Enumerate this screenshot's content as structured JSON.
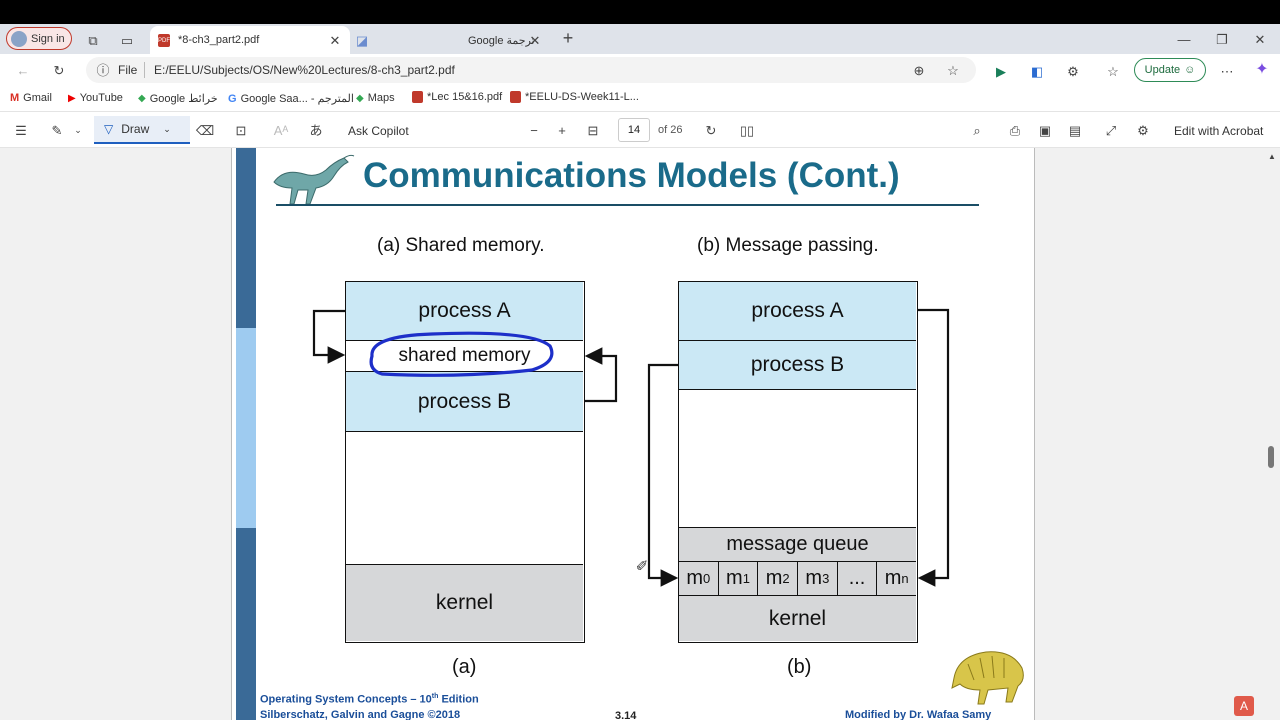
{
  "tabs": {
    "signin_label": "Sign in",
    "active_tab_title": "*8-ch3_part2.pdf",
    "inactive_tab_title": "Google ترجمة"
  },
  "address": {
    "file_label": "File",
    "url": "E:/EELU/Subjects/OS/New%20Lectures/8-ch3_part2.pdf",
    "update_label": "Update"
  },
  "bookmarks": [
    {
      "label": "Gmail"
    },
    {
      "label": "YouTube"
    },
    {
      "label": "Google خرائط"
    },
    {
      "label": "Google Saa... - المترجم"
    },
    {
      "label": "Maps"
    },
    {
      "label": "*Lec 15&16.pdf"
    },
    {
      "label": "*EELU-DS-Week11-L..."
    }
  ],
  "pdf_toolbar": {
    "draw_label": "Draw",
    "ask_copilot_label": "Ask Copilot",
    "page_number": "14",
    "page_total": "of 26",
    "edit_acrobat_label": "Edit with Acrobat"
  },
  "slide": {
    "title": "Communications Models (Cont.)",
    "caption_a": "(a) Shared memory.",
    "caption_b": "(b) Message passing.",
    "diagram_a": {
      "process_a": "process   A",
      "shared_memory": "shared memory",
      "process_b": "process   B",
      "kernel": "kernel",
      "label": "(a)"
    },
    "diagram_b": {
      "process_a": "process   A",
      "process_b": "process   B",
      "message_queue": "message queue",
      "queue_items": [
        {
          "base": "m",
          "sub": "0"
        },
        {
          "base": "m",
          "sub": "1"
        },
        {
          "base": "m",
          "sub": "2"
        },
        {
          "base": "m",
          "sub": "3"
        },
        {
          "base": "...",
          "sub": ""
        },
        {
          "base": "m",
          "sub": "n"
        }
      ],
      "kernel": "kernel",
      "label": "(b)"
    },
    "footer_left_1": "Operating System Concepts – 10",
    "footer_left_1_sup": "th",
    "footer_left_1_end": " Edition",
    "footer_left_2": "Silberschatz, Galvin and Gagne ©2018",
    "footer_page": "3.14",
    "footer_right": "Modified by Dr. Wafaa Samy"
  },
  "colors": {
    "title": "#1a6b8a",
    "process_fill": "#cbe8f5",
    "kernel_fill": "#d6d7d9",
    "annotation_ink": "#1d2fc9",
    "sidebar_dark": "#3a6a97",
    "sidebar_light": "#9ecbf0"
  }
}
